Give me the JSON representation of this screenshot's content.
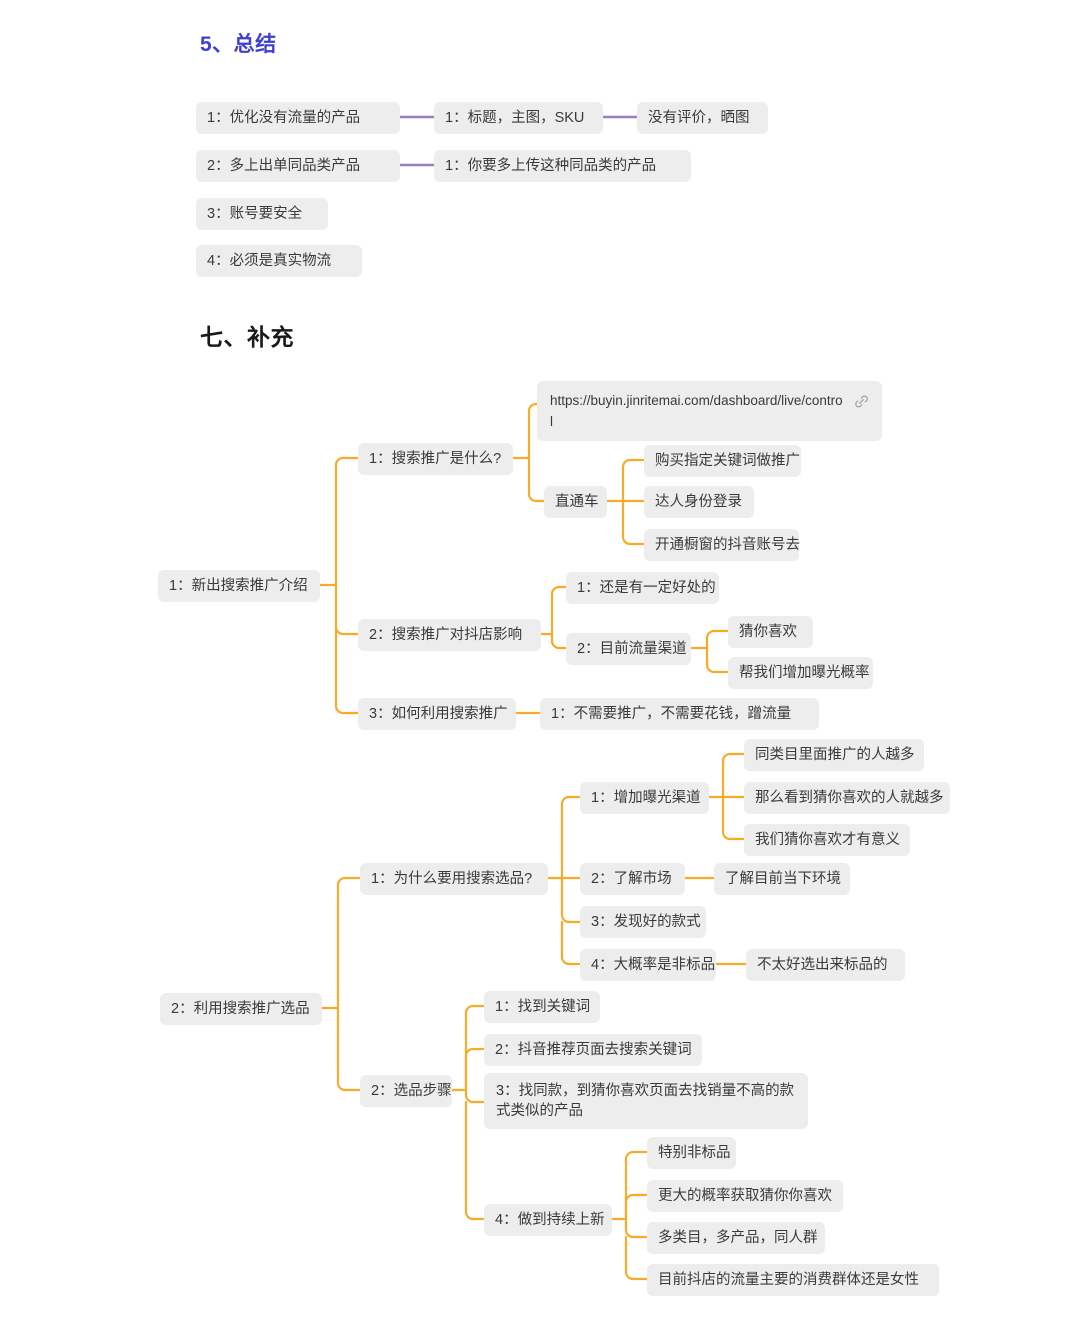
{
  "page": {
    "background": "#ffffff",
    "node_bg": "#ededed",
    "node_text": "#3a3a3a",
    "purple_connector": "#9d7fb9",
    "orange_connector": "#f6ab29"
  },
  "headings": {
    "summary": "5、总结",
    "summary_color": "#3f3fd4",
    "supplement": "七、补充",
    "supplement_color": "#1a1a1a"
  },
  "summary_map": {
    "rows": [
      {
        "level1": "1：优化没有流量的产品",
        "level2": "1：标题，主图，SKU",
        "level3": "没有评价，晒图"
      },
      {
        "level1": "2：多上出单同品类产品",
        "level2": "1：你要多上传这种同品类的产品",
        "level3": null
      },
      {
        "level1": "3：账号要安全",
        "level2": null,
        "level3": null
      },
      {
        "level1": "4：必须是真实物流",
        "level2": null,
        "level3": null
      }
    ]
  },
  "mindmap1": {
    "root": "1：新出搜索推广介绍",
    "branches": [
      {
        "label": "1：搜索推广是什么?",
        "children": [
          {
            "label": "https://buyin.jinritemai.com/dashboard/live/control",
            "is_url": true,
            "icon": "link-icon",
            "children": []
          },
          {
            "label": "直通车",
            "children": [
              {
                "label": "购买指定关键词做推广"
              },
              {
                "label": "达人身份登录"
              },
              {
                "label": "开通橱窗的抖音账号去"
              }
            ]
          }
        ]
      },
      {
        "label": "2：搜索推广对抖店影响",
        "children": [
          {
            "label": "1：还是有一定好处的",
            "children": []
          },
          {
            "label": "2：目前流量渠道",
            "children": [
              {
                "label": "猜你喜欢"
              },
              {
                "label": "帮我们增加曝光概率"
              }
            ]
          }
        ]
      },
      {
        "label": "3：如何利用搜索推广",
        "children": [
          {
            "label": "1：不需要推广，不需要花钱，蹭流量",
            "children": []
          }
        ]
      }
    ]
  },
  "mindmap2": {
    "root": "2：利用搜索推广选品",
    "branches": [
      {
        "label": "1：为什么要用搜索选品?",
        "children": [
          {
            "label": "1：增加曝光渠道",
            "children": [
              {
                "label": "同类目里面推广的人越多"
              },
              {
                "label": "那么看到猜你喜欢的人就越多"
              },
              {
                "label": "我们猜你喜欢才有意义"
              }
            ]
          },
          {
            "label": "2：了解市场",
            "children": [
              {
                "label": "了解目前当下环境"
              }
            ]
          },
          {
            "label": "3：发现好的款式",
            "children": []
          },
          {
            "label": "4：大概率是非标品",
            "children": [
              {
                "label": "不太好选出来标品的"
              }
            ]
          }
        ]
      },
      {
        "label": "2：选品步骤",
        "children": [
          {
            "label": "1：找到关键词",
            "children": []
          },
          {
            "label": "2：抖音推荐页面去搜索关键词",
            "children": []
          },
          {
            "label": "3：找同款，到猜你喜欢页面去找销量不高的款式类似的产品",
            "children": []
          },
          {
            "label": "4：做到持续上新",
            "children": [
              {
                "label": "特别非标品"
              },
              {
                "label": "更大的概率获取猜你你喜欢"
              },
              {
                "label": "多类目，多产品，同人群"
              },
              {
                "label": "目前抖店的流量主要的消费群体还是女性"
              }
            ]
          }
        ]
      }
    ]
  }
}
